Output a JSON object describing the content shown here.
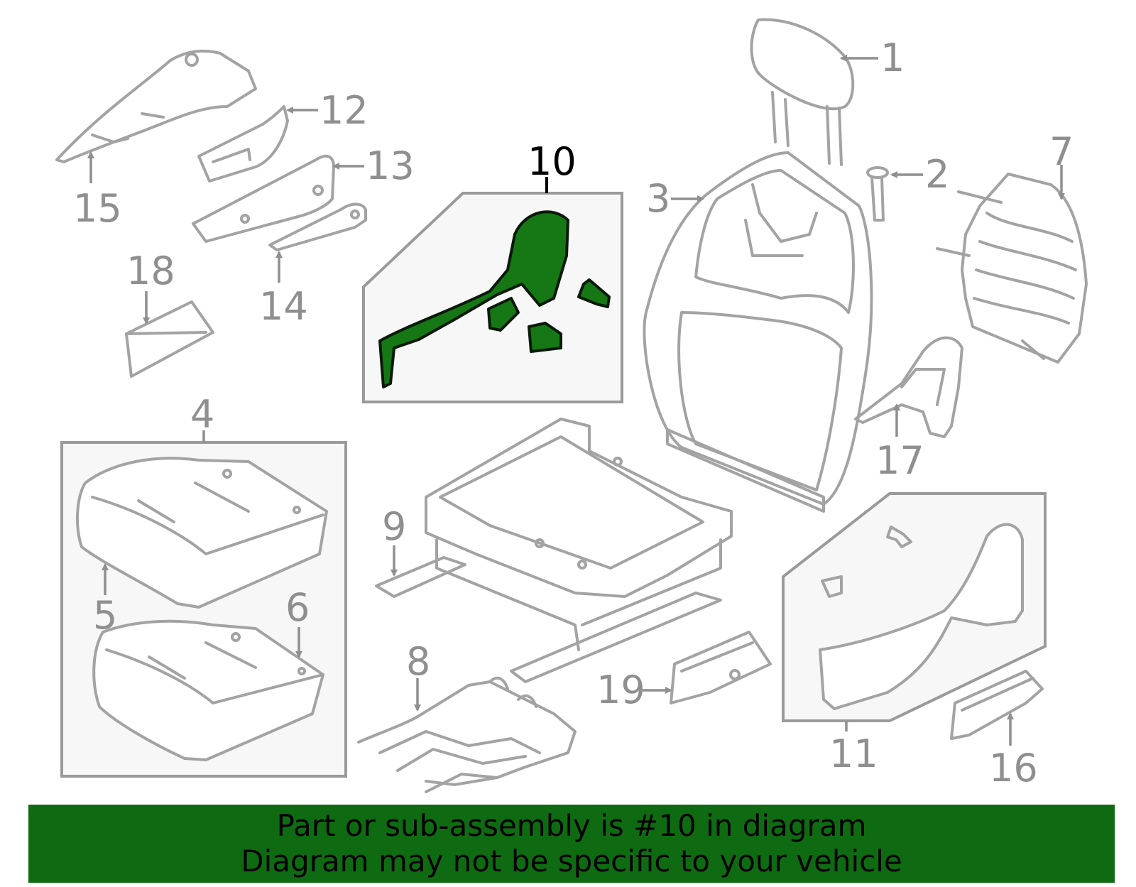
{
  "diagram": {
    "callouts": [
      "1",
      "2",
      "3",
      "4",
      "5",
      "6",
      "7",
      "8",
      "9",
      "10",
      "11",
      "12",
      "13",
      "14",
      "15",
      "16",
      "17",
      "18",
      "19"
    ],
    "highlight_callout": "10",
    "highlight_color": "#157815",
    "line_color": "#a3a3a3"
  },
  "banner": {
    "line1": "Part or sub-assembly is #10 in diagram",
    "line2": "Diagram may not be specific to your vehicle",
    "background": "#0f6b12"
  }
}
